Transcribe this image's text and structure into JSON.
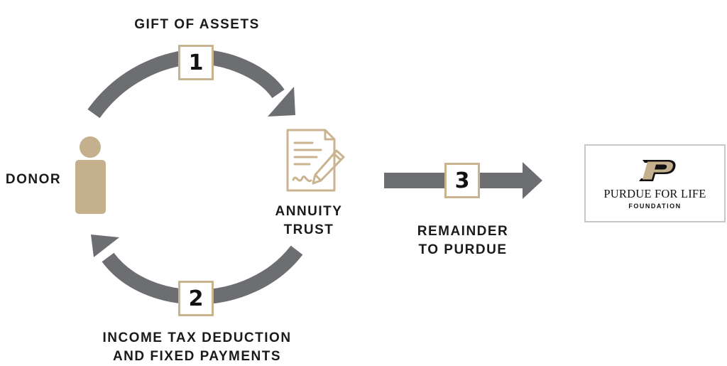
{
  "labels": {
    "gift": "GIFT OF ASSETS",
    "donor": "DONOR",
    "trust_line1": "ANNUITY",
    "trust_line2": "TRUST",
    "remainder_line1": "REMAINDER",
    "remainder_line2": "TO PURDUE",
    "income_line1": "INCOME TAX DEDUCTION",
    "income_line2": "AND FIXED PAYMENTS"
  },
  "steps": {
    "one": "1",
    "two": "2",
    "three": "3"
  },
  "logo": {
    "main": "PURDUE FOR LIFE",
    "sub": "FOUNDATION"
  },
  "colors": {
    "arrow": "#6d6e71",
    "gold": "#c9b48f",
    "person": "#c4b08c",
    "text": "#1a1a1a"
  },
  "icons": [
    "person-icon",
    "contract-icon",
    "purdue-p-logo"
  ]
}
